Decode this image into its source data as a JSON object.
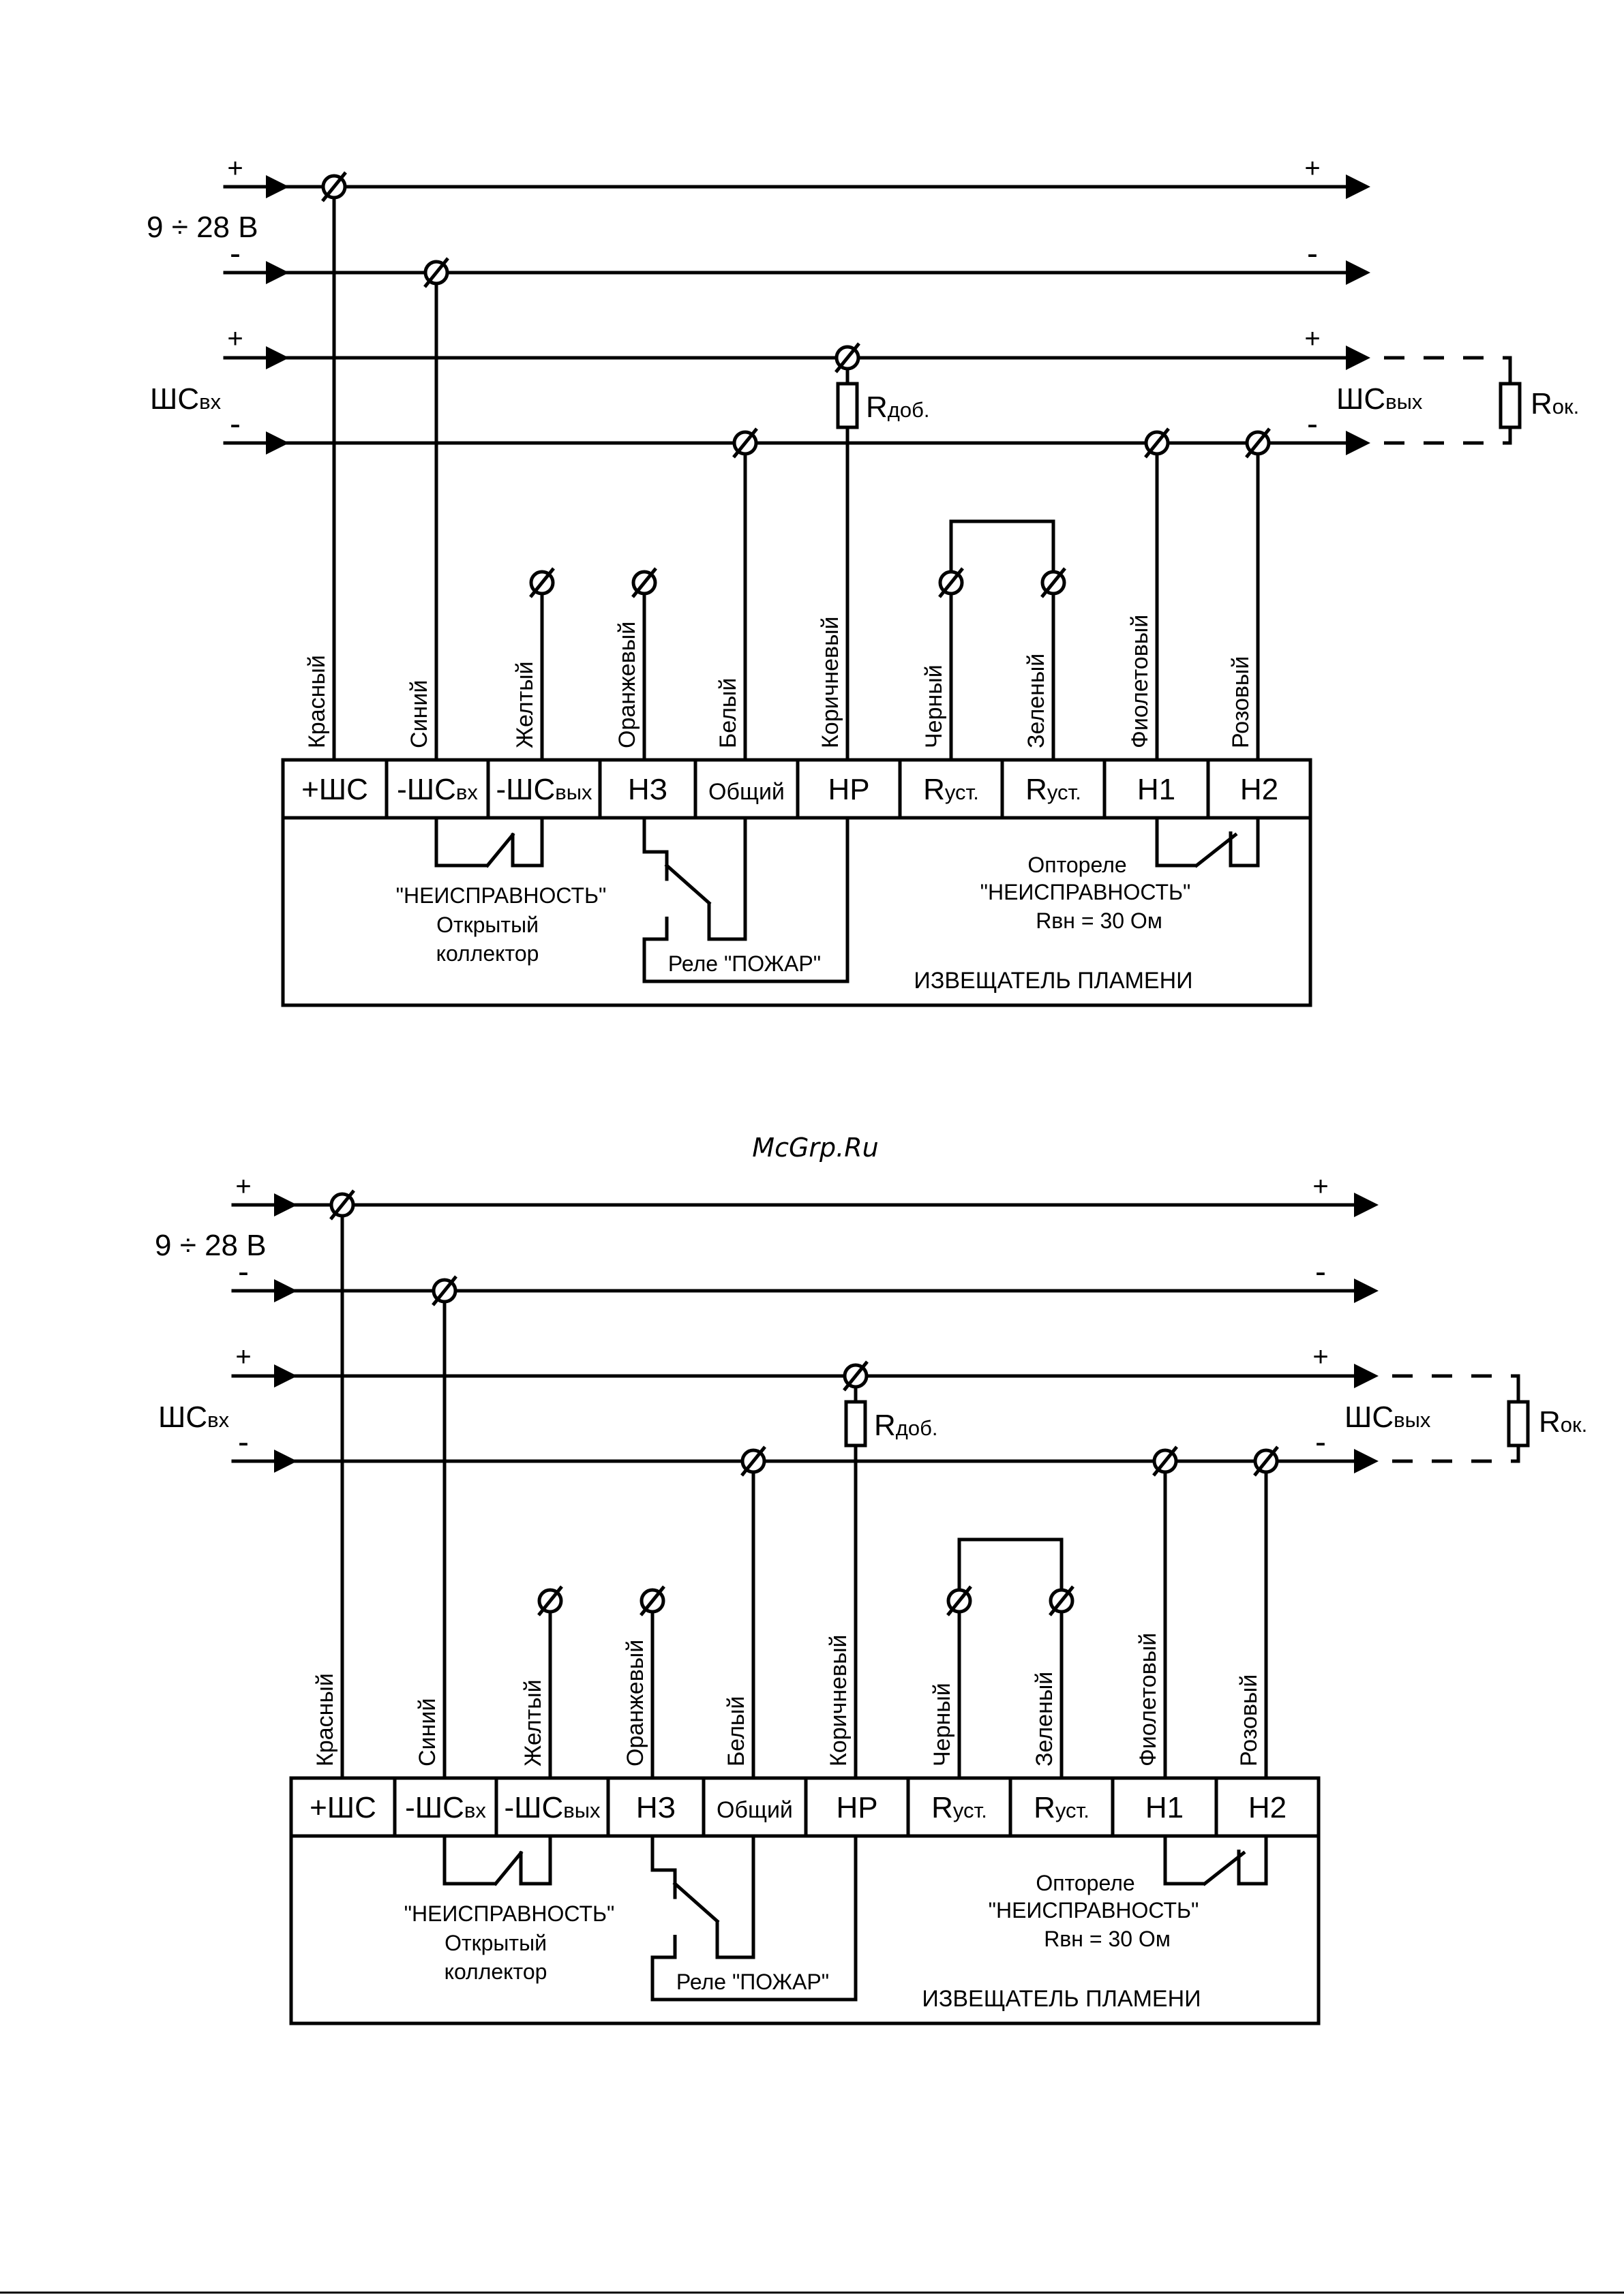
{
  "watermark": "McGrp.Ru",
  "colors": {
    "ink": "#000000",
    "watermark": "#c0392b",
    "background": "#ffffff"
  },
  "diagrams": [
    {
      "supply": {
        "voltage": "9 ÷ 28 В",
        "plus": "+",
        "minus": "-"
      },
      "loop_in": {
        "label_main": "ШС",
        "label_sub": "вх",
        "plus": "+",
        "minus": "-"
      },
      "loop_out": {
        "label_main": "ШС",
        "label_sub": "вых",
        "plus": "+",
        "minus": "-"
      },
      "resistors": {
        "add_main": "R",
        "add_sub": "доб.",
        "end_main": "R",
        "end_sub": "ок."
      },
      "wires": [
        "Красный",
        "Синий",
        "Желтый",
        "Оранжевый",
        "Белый",
        "Коричневый",
        "Черный",
        "Зеленый",
        "Фиолетовый",
        "Розовый"
      ],
      "terminals": [
        {
          "main": "+ШС",
          "sub": ""
        },
        {
          "main": "-ШС",
          "sub": "вх"
        },
        {
          "main": "-ШС",
          "sub": "вых"
        },
        {
          "main": "НЗ",
          "sub": ""
        },
        {
          "main": "Общий",
          "sub": ""
        },
        {
          "main": "НР",
          "sub": ""
        },
        {
          "main": "R",
          "sub": "уст."
        },
        {
          "main": "R",
          "sub": "уст."
        },
        {
          "main": "Н1",
          "sub": ""
        },
        {
          "main": "Н2",
          "sub": ""
        }
      ],
      "fault_output": {
        "line1": "\"НЕИСПРАВНОСТЬ\"",
        "line2": "Открытый",
        "line3": "коллектор"
      },
      "fire_relay": "Реле \"ПОЖАР\"",
      "optorelay": {
        "line1": "Оптореле",
        "line2": "\"НЕИСПРАВНОСТЬ\"",
        "line3": "Rвн = 30 Ом"
      },
      "device_name": "ИЗВЕЩАТЕЛЬ ПЛАМЕНИ"
    },
    {
      "supply": {
        "voltage": "9 ÷ 28 В",
        "plus": "+",
        "minus": "-"
      },
      "loop_in": {
        "label_main": "ШС",
        "label_sub": "вх",
        "plus": "+",
        "minus": "-"
      },
      "loop_out": {
        "label_main": "ШС",
        "label_sub": "вых",
        "plus": "+",
        "minus": "-"
      },
      "resistors": {
        "add_main": "R",
        "add_sub": "доб.",
        "end_main": "R",
        "end_sub": "ок."
      },
      "wires": [
        "Красный",
        "Синий",
        "Желтый",
        "Оранжевый",
        "Белый",
        "Коричневый",
        "Черный",
        "Зеленый",
        "Фиолетовый",
        "Розовый"
      ],
      "terminals": [
        {
          "main": "+ШС",
          "sub": ""
        },
        {
          "main": "-ШС",
          "sub": "вх"
        },
        {
          "main": "-ШС",
          "sub": "вых"
        },
        {
          "main": "НЗ",
          "sub": ""
        },
        {
          "main": "Общий",
          "sub": ""
        },
        {
          "main": "НР",
          "sub": ""
        },
        {
          "main": "R",
          "sub": "уст."
        },
        {
          "main": "R",
          "sub": "уст."
        },
        {
          "main": "Н1",
          "sub": ""
        },
        {
          "main": "Н2",
          "sub": ""
        }
      ],
      "fault_output": {
        "line1": "\"НЕИСПРАВНОСТЬ\"",
        "line2": "Открытый",
        "line3": "коллектор"
      },
      "fire_relay": "Реле \"ПОЖАР\"",
      "optorelay": {
        "line1": "Оптореле",
        "line2": "\"НЕИСПРАВНОСТЬ\"",
        "line3": "Rвн = 30 Ом"
      },
      "device_name": "ИЗВЕЩАТЕЛЬ ПЛАМЕНИ"
    }
  ]
}
